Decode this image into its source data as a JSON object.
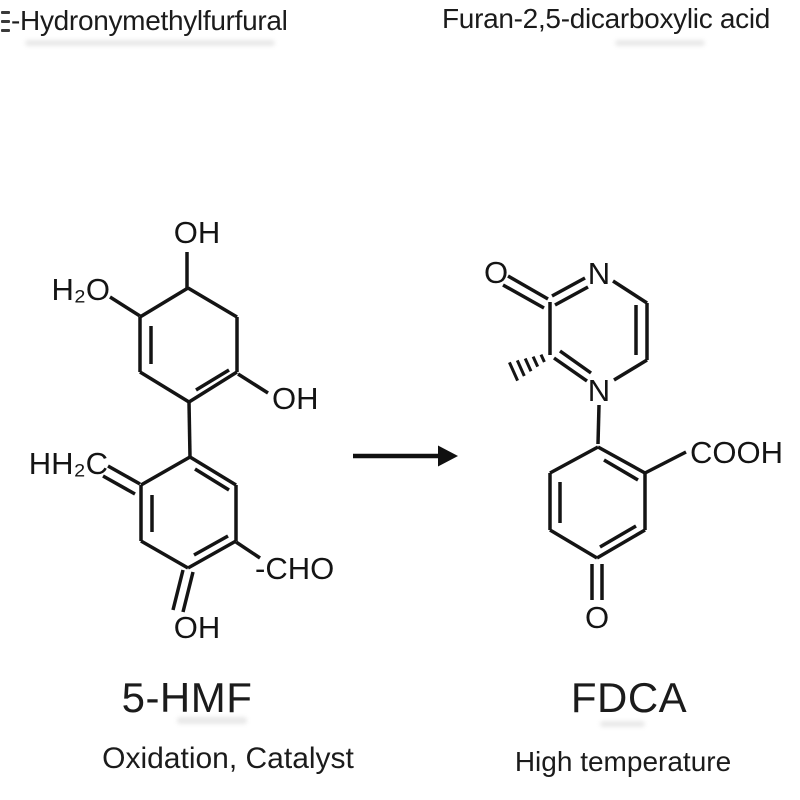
{
  "header": {
    "left_title": "-Hydronymethylfurfural",
    "right_title": "Furan-2,5-dicarboxylic acid"
  },
  "molecules": {
    "left": {
      "name": "5-HMF",
      "condition": "Oxidation, Catalyst",
      "atom_labels": {
        "oh_top": "OH",
        "h2o": "H₂O",
        "oh_right": "OH",
        "hh2c": "HH₂C",
        "cho": "-CHO",
        "oh_bottom": "OH"
      }
    },
    "right": {
      "name": "FDCA",
      "condition": "High temperature",
      "atom_labels": {
        "o_top": "O",
        "n_top": "N",
        "n_bottom": "N",
        "cooh": "COOH",
        "o_bottom": "O"
      }
    }
  },
  "reaction": {
    "arrow_direction": "right"
  },
  "colors": {
    "ink": "#141414",
    "background": "#ffffff"
  }
}
